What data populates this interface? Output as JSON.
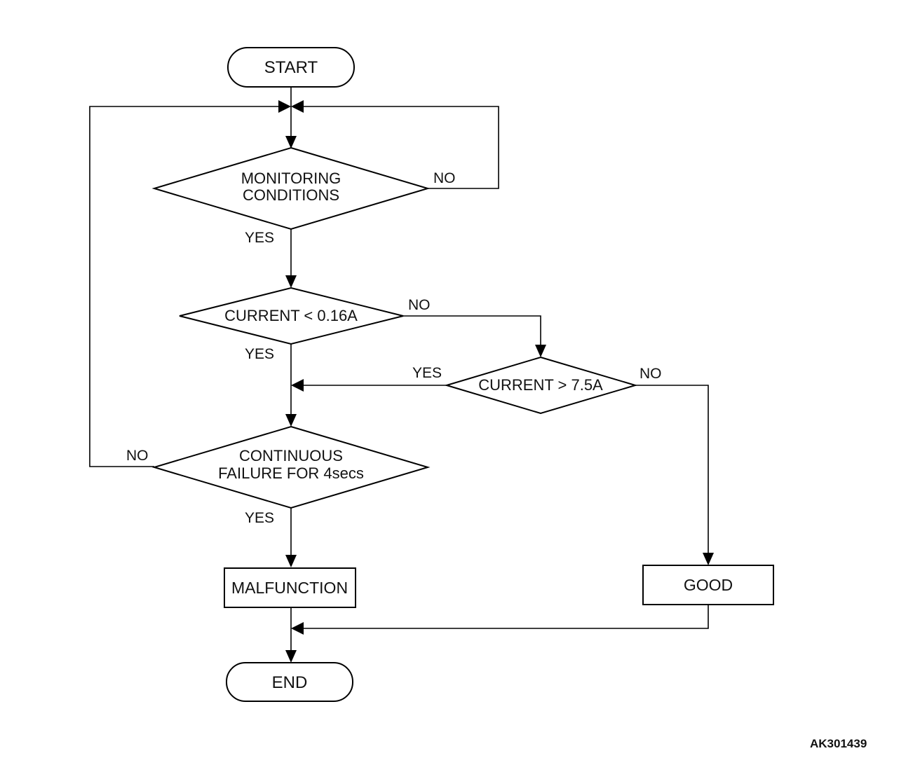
{
  "nodes": {
    "start": "START",
    "monitoring_line1": "MONITORING",
    "monitoring_line2": "CONDITIONS",
    "current_low": "CURRENT < 0.16A",
    "current_high": "CURRENT > 7.5A",
    "continuous_line1": "CONTINUOUS",
    "continuous_line2": "FAILURE FOR 4secs",
    "malfunction": "MALFUNCTION",
    "good": "GOOD",
    "end": "END"
  },
  "edges": {
    "monitoring_no": "NO",
    "monitoring_yes": "YES",
    "current_low_no": "NO",
    "current_low_yes": "YES",
    "current_high_yes": "YES",
    "current_high_no": "NO",
    "continuous_no": "NO",
    "continuous_yes": "YES"
  },
  "figure_id": "AK301439"
}
